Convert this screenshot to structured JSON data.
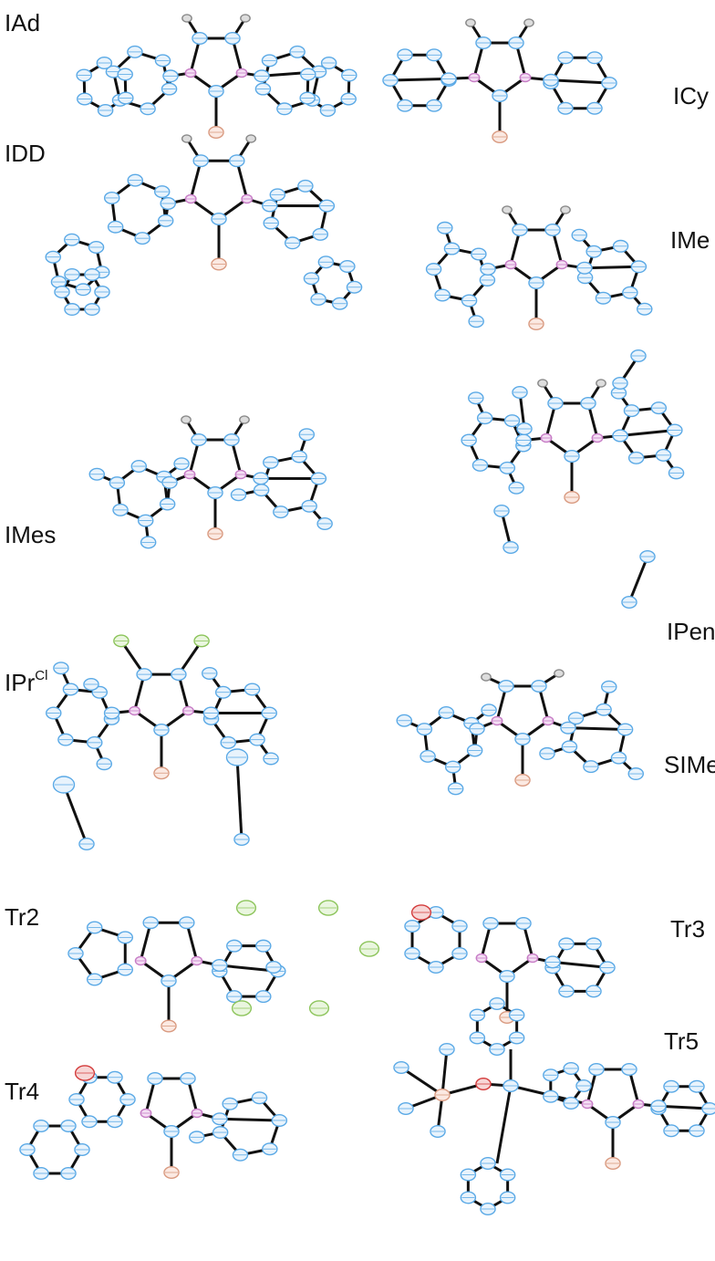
{
  "labels": {
    "IAd": "IAd",
    "ICy": "ICy",
    "IDD": "IDD",
    "IMe": "IMe",
    "IMes": "IMes",
    "IPent": "IPent",
    "IPrCl_base": "IPr",
    "IPrCl_sup": "Cl",
    "SIMes": "SIMes",
    "Tr2": "Tr2",
    "Tr3": "Tr3",
    "Tr4": "Tr4",
    "Tr5": "Tr5"
  },
  "colors": {
    "carbon": "#5aa9e6",
    "carbon_fill": "#e8f3fc",
    "nitrogen": "#c77dc6",
    "carbene_partner": "#d99a80",
    "hydrogen": "#888888",
    "fluorine_chlorine": "#8cc45a",
    "oxygen": "#d33a3a",
    "bond": "#111111"
  }
}
